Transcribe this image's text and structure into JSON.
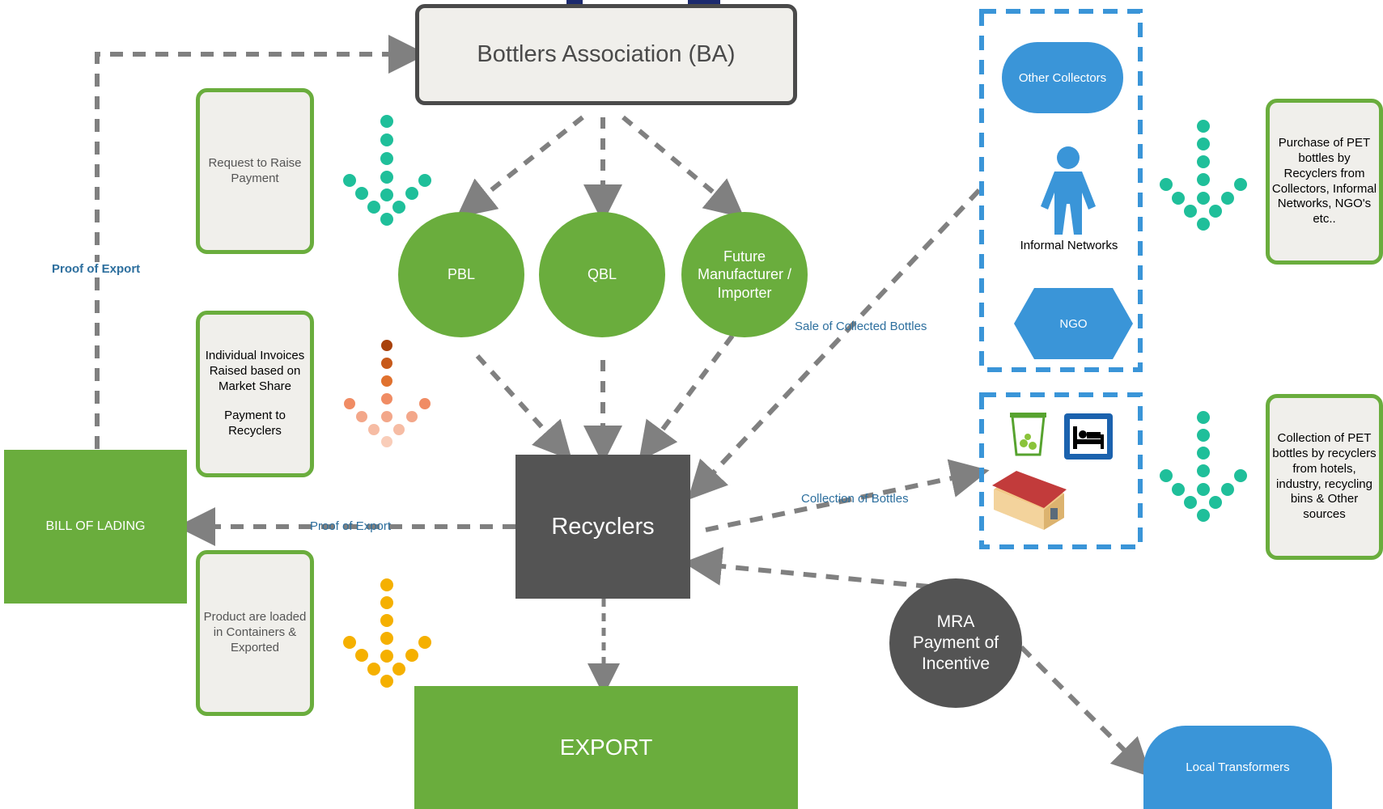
{
  "nodes": {
    "bottlers_association": "Bottlers Association (BA)",
    "pbl": "PBL",
    "qbl": "QBL",
    "future_manufacturer": "Future Manufacturer / Importer",
    "recyclers": "Recyclers",
    "export": "EXPORT",
    "bill_of_lading": "BILL OF LADING",
    "mra": "MRA Payment of Incentive",
    "other_collectors": "Other Collectors",
    "informal_networks": "Informal Networks",
    "ngo": "NGO",
    "local_transformers": "Local Transformers"
  },
  "notes": {
    "request_payment": "Request to Raise Payment",
    "invoices_line1": "Individual Invoices Raised based on Market Share",
    "invoices_line2": "Payment to Recyclers",
    "loaded": "Product are loaded in Containers & Exported",
    "purchase_pet": "Purchase of PET bottles by Recyclers from Collectors, Informal Networks, NGO's etc..",
    "collection_pet": "Collection of PET bottles by recyclers from hotels, industry, recycling bins & Other sources"
  },
  "edge_labels": {
    "proof_of_export_vertical": "Proof of Export",
    "proof_of_export_horizontal": "Proof of Export",
    "sale_of_collected_bottles": "Sale of Collected Bottles",
    "collection_of_bottles": "Collection of Bottles"
  },
  "icons": [
    "person-icon",
    "recycle-bin-icon",
    "hotel-bed-icon",
    "factory-icon"
  ],
  "colors": {
    "green": "#6aad3d",
    "dark_gray": "#545454",
    "blue": "#3a95d8",
    "teal_dots": "#1fbf9a",
    "orange_dots": "#f5b000",
    "salmon_dots": "#f3a78a",
    "brown_dots": "#b04a10",
    "arrow_gray": "#808080"
  }
}
